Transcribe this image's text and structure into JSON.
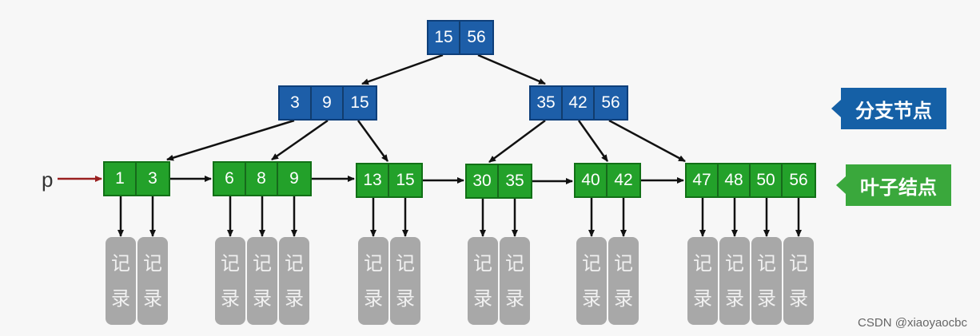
{
  "tree": {
    "root": {
      "keys": [
        "15",
        "56"
      ]
    },
    "branches": [
      {
        "keys": [
          "3",
          "9",
          "15"
        ]
      },
      {
        "keys": [
          "35",
          "42",
          "56"
        ]
      }
    ],
    "leaves": [
      {
        "keys": [
          "1",
          "3"
        ]
      },
      {
        "keys": [
          "6",
          "8",
          "9"
        ]
      },
      {
        "keys": [
          "13",
          "15"
        ]
      },
      {
        "keys": [
          "30",
          "35"
        ]
      },
      {
        "keys": [
          "40",
          "42"
        ]
      },
      {
        "keys": [
          "47",
          "48",
          "50",
          "56"
        ]
      }
    ]
  },
  "record_text": [
    "记",
    "录"
  ],
  "labels": {
    "branch_node": "分支节点",
    "leaf_node": "叶子结点"
  },
  "pointer_label": "p",
  "watermark": "CSDN @xiaoyaocbc",
  "colors": {
    "branch": "#1d5ea8",
    "leaf": "#23a12a",
    "record": "#a8a8a8",
    "pointer_arrow": "#9a2020"
  }
}
